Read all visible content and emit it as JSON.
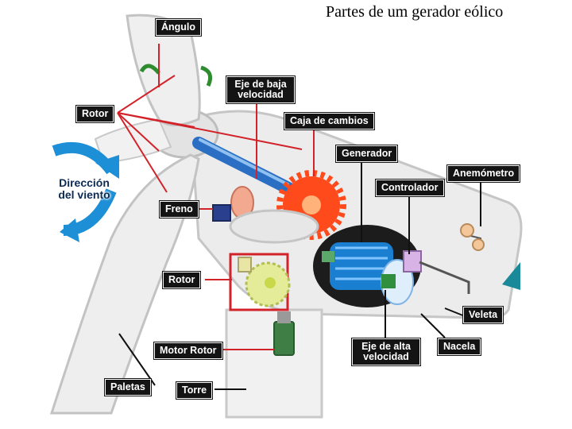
{
  "title": "Partes de um gerador eólico",
  "labels": {
    "angulo": "Ángulo",
    "rotor_top": "Rotor",
    "eje_baja": "Eje de baja velocidad",
    "caja_cambios": "Caja de cambios",
    "generador": "Generador",
    "anemometro": "Anemómetro",
    "controlador": "Controlador",
    "direccion_viento": "Dirección del viento",
    "freno": "Freno",
    "rotor_yaw": "Rotor",
    "veleta": "Veleta",
    "nacela": "Nacela",
    "eje_alta": "Eje de alta velocidad",
    "motor_rotor": "Motor Rotor",
    "paletas": "Paletas",
    "torre": "Torre"
  },
  "colors": {
    "label_bg": "#141414",
    "leader_red": "#d2232a",
    "wind_arrow": "#1d8fd6",
    "gear": "#ff4a1c",
    "shaft": "#2a6fc4",
    "generator_core": "#1b7fd1"
  }
}
